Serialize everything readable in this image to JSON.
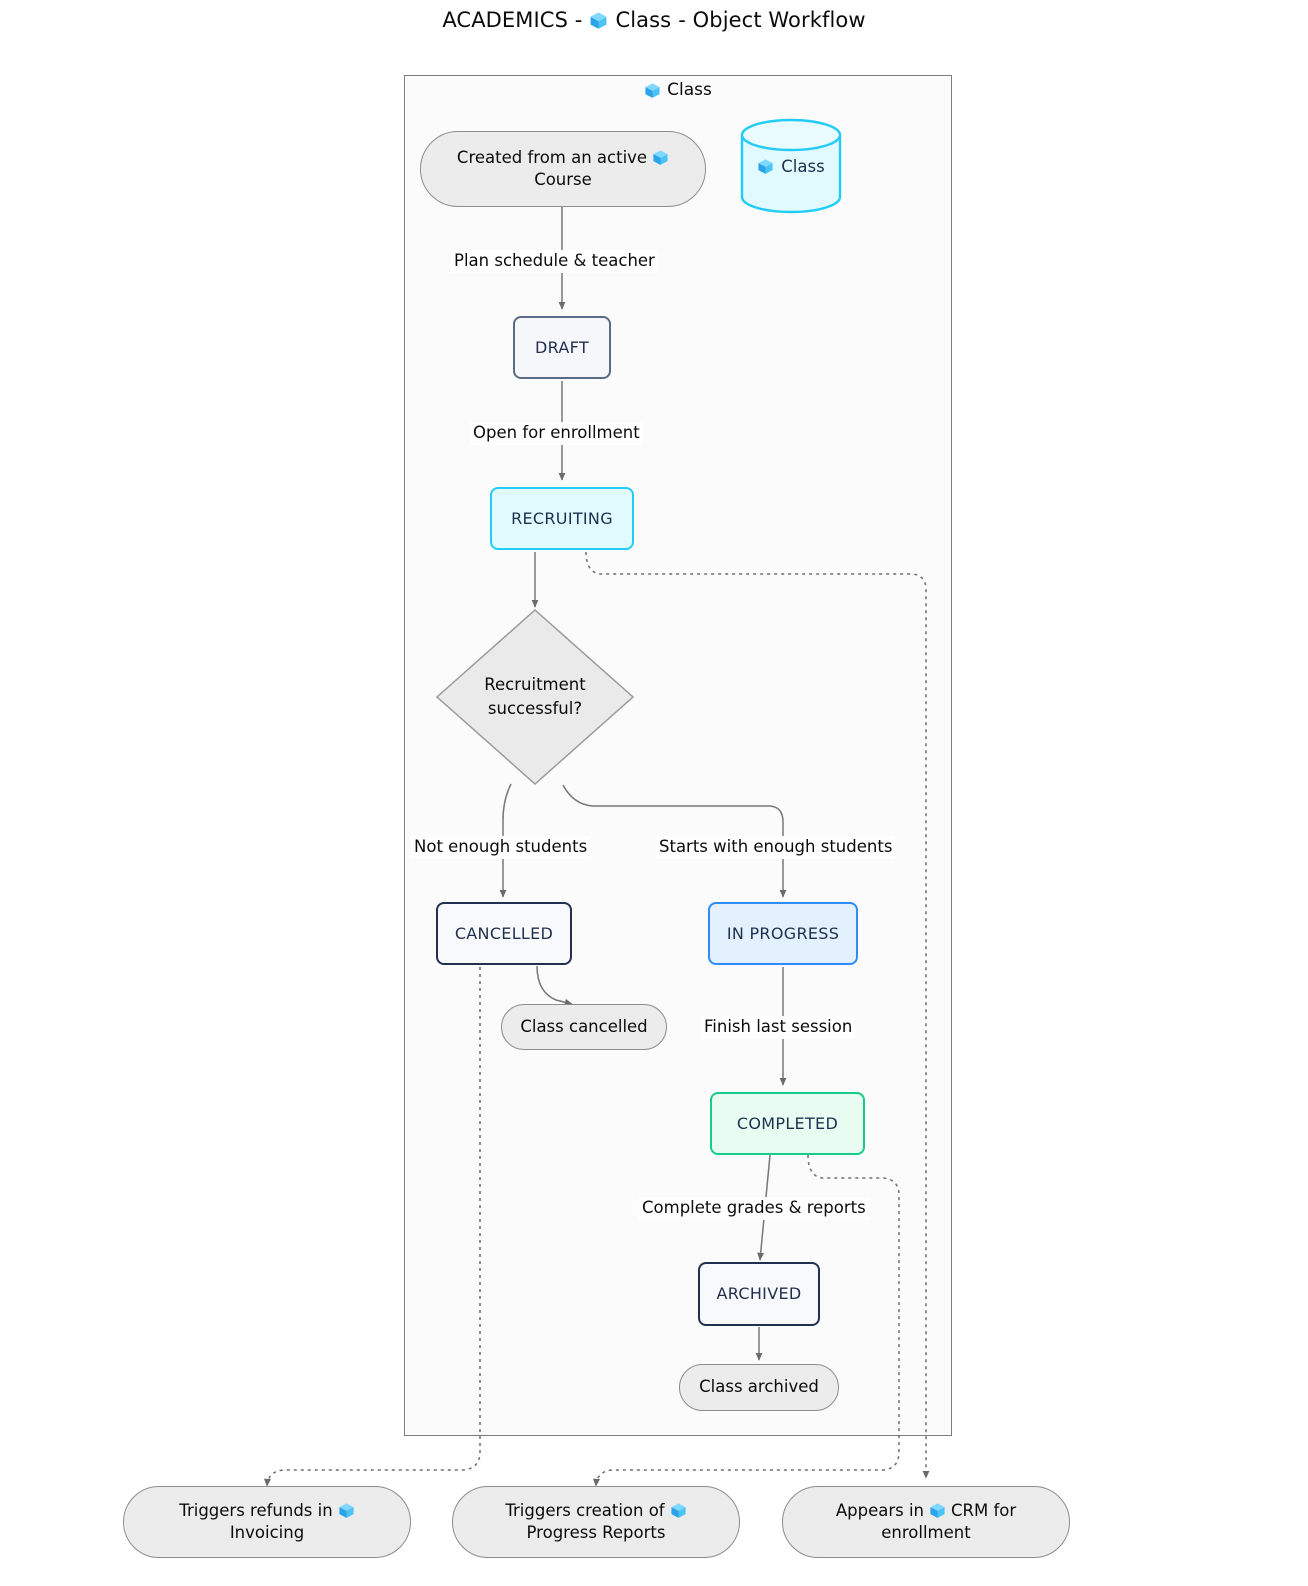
{
  "title": {
    "prefix": "ACADEMICS - ",
    "icon": "cube-icon",
    "object": "Class",
    "suffix": " - Object Workflow"
  },
  "subgraph": {
    "icon": "cube-icon",
    "label": "Class"
  },
  "datastore": {
    "icon": "cube-icon",
    "label": "Class"
  },
  "nodes": {
    "start": {
      "line1": "Created from an active ",
      "icon": "cube-icon",
      "line2": "Course"
    },
    "draft": {
      "label": "DRAFT"
    },
    "recruiting": {
      "label": "RECRUITING"
    },
    "decision": {
      "line1": "Recruitment",
      "line2": "successful?"
    },
    "cancelled": {
      "label": "CANCELLED"
    },
    "in_progress": {
      "label": "IN PROGRESS"
    },
    "completed": {
      "label": "COMPLETED"
    },
    "archived": {
      "label": "ARCHIVED"
    },
    "class_cancelled": {
      "label": "Class cancelled"
    },
    "class_archived": {
      "label": "Class archived"
    }
  },
  "effects": {
    "refunds": {
      "line1": "Triggers refunds in ",
      "icon": "cube-icon",
      "line2": "Invoicing"
    },
    "progress_reports": {
      "line1": "Triggers creation of ",
      "icon": "cube-icon",
      "line2": "Progress Reports"
    },
    "crm": {
      "line1": "Appears in ",
      "icon": "cube-icon",
      "mid": " CRM for",
      "line2": "enrollment"
    }
  },
  "edges": {
    "plan": "Plan schedule & teacher",
    "open": "Open for enrollment",
    "not_enough": "Not enough students",
    "enough": "Starts with enough students",
    "finish": "Finish last session",
    "grades": "Complete grades & reports"
  },
  "colors": {
    "draft_border": "#5a6b86",
    "recruiting_border": "#22ccf7",
    "cancelled_border": "#22304f",
    "in_progress_border": "#2d8cf5",
    "completed_border": "#17cc86",
    "archived_border": "#22304f",
    "stadium_fill": "#ececec",
    "decision_fill": "#eaeaea",
    "edge_stroke": "#777777",
    "subgraph_border": "#7e7e7e",
    "cylinder_stroke": "#22ccf7"
  }
}
